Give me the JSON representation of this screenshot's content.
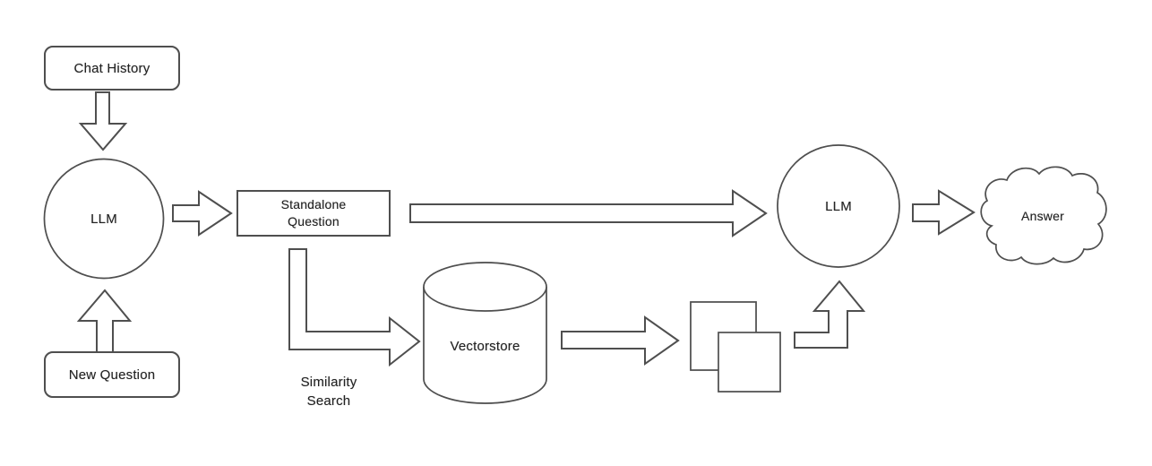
{
  "diagram": {
    "background": "#ffffff",
    "stroke_color": "#4f4f4f",
    "text_color": "#232323",
    "nodes": {
      "chat_history": {
        "label": "Chat History",
        "shape": "rounded-rectangle"
      },
      "new_question": {
        "label": "New Question",
        "shape": "rounded-rectangle"
      },
      "llm_left": {
        "label": "LLM",
        "shape": "circle"
      },
      "standalone_question": {
        "label": "Standalone\nQuestion",
        "shape": "rectangle"
      },
      "vectorstore": {
        "label": "Vectorstore",
        "shape": "cylinder"
      },
      "retrieved_documents": {
        "shape": "overlapping-squares"
      },
      "llm_right": {
        "label": "LLM",
        "shape": "circle"
      },
      "answer": {
        "label": "Answer",
        "shape": "cloud"
      }
    },
    "edges": [
      {
        "from": "chat_history",
        "to": "llm_left",
        "label": ""
      },
      {
        "from": "new_question",
        "to": "llm_left",
        "label": ""
      },
      {
        "from": "llm_left",
        "to": "standalone_question",
        "label": ""
      },
      {
        "from": "standalone_question",
        "to": "llm_right",
        "label": ""
      },
      {
        "from": "standalone_question",
        "to": "vectorstore",
        "label": "Similarity\nSearch"
      },
      {
        "from": "vectorstore",
        "to": "retrieved_documents",
        "label": ""
      },
      {
        "from": "retrieved_documents",
        "to": "llm_right",
        "label": ""
      },
      {
        "from": "llm_right",
        "to": "answer",
        "label": ""
      }
    ]
  }
}
